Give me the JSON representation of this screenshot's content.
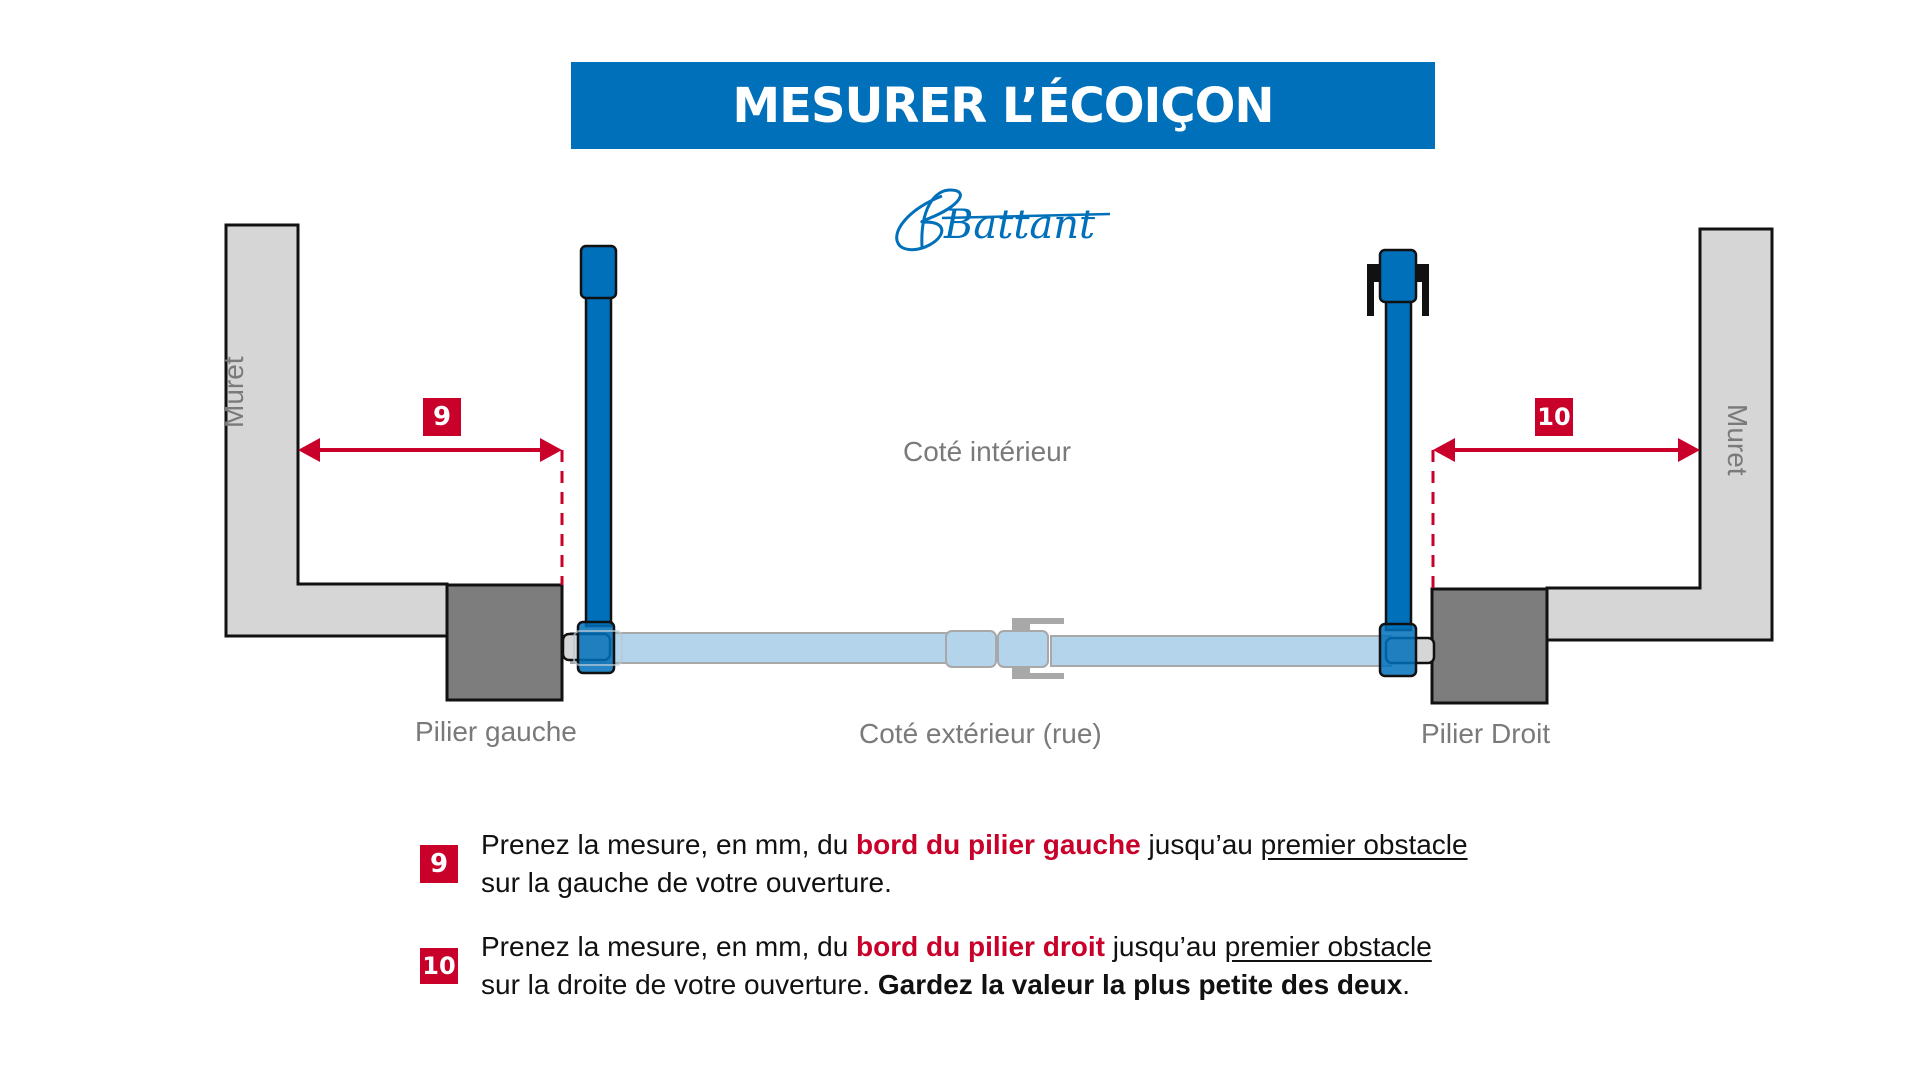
{
  "title": "MESURER L’ÉCOIÇON",
  "brand": "Battant",
  "colors": {
    "title_bg": "#0070ba",
    "accent_red": "#c8002a",
    "gate_blue": "#0070ba",
    "wall_grey": "#d6d6d6",
    "pillar_grey": "#7d7d7d",
    "bar_light_blue": "#b3d4ea"
  },
  "diagram": {
    "wall_left_label": "Muret",
    "wall_right_label": "Muret",
    "inside_label": "Coté intérieur",
    "outside_label": "Coté extérieur (rue)",
    "pillar_left_label": "Pilier gauche",
    "pillar_right_label": "Pilier Droit",
    "measure_left_badge": "9",
    "measure_right_badge": "10"
  },
  "instructions": [
    {
      "badge": "9",
      "line1_a": "Prenez la mesure, en mm, du ",
      "line1_red": "bord du pilier gauche",
      "line1_b": " jusqu’au ",
      "line1_u": "premier obstacle",
      "line2_a": "sur la gauche de votre ouverture.",
      "line2_bold": "",
      "line2_end": ""
    },
    {
      "badge": "10",
      "line1_a": "Prenez la mesure, en mm, du ",
      "line1_red": "bord du pilier droit",
      "line1_b": " jusqu’au ",
      "line1_u": "premier obstacle",
      "line2_a": "sur la droite de votre ouverture. ",
      "line2_bold": "Gardez la valeur la plus petite des deux",
      "line2_end": "."
    }
  ]
}
